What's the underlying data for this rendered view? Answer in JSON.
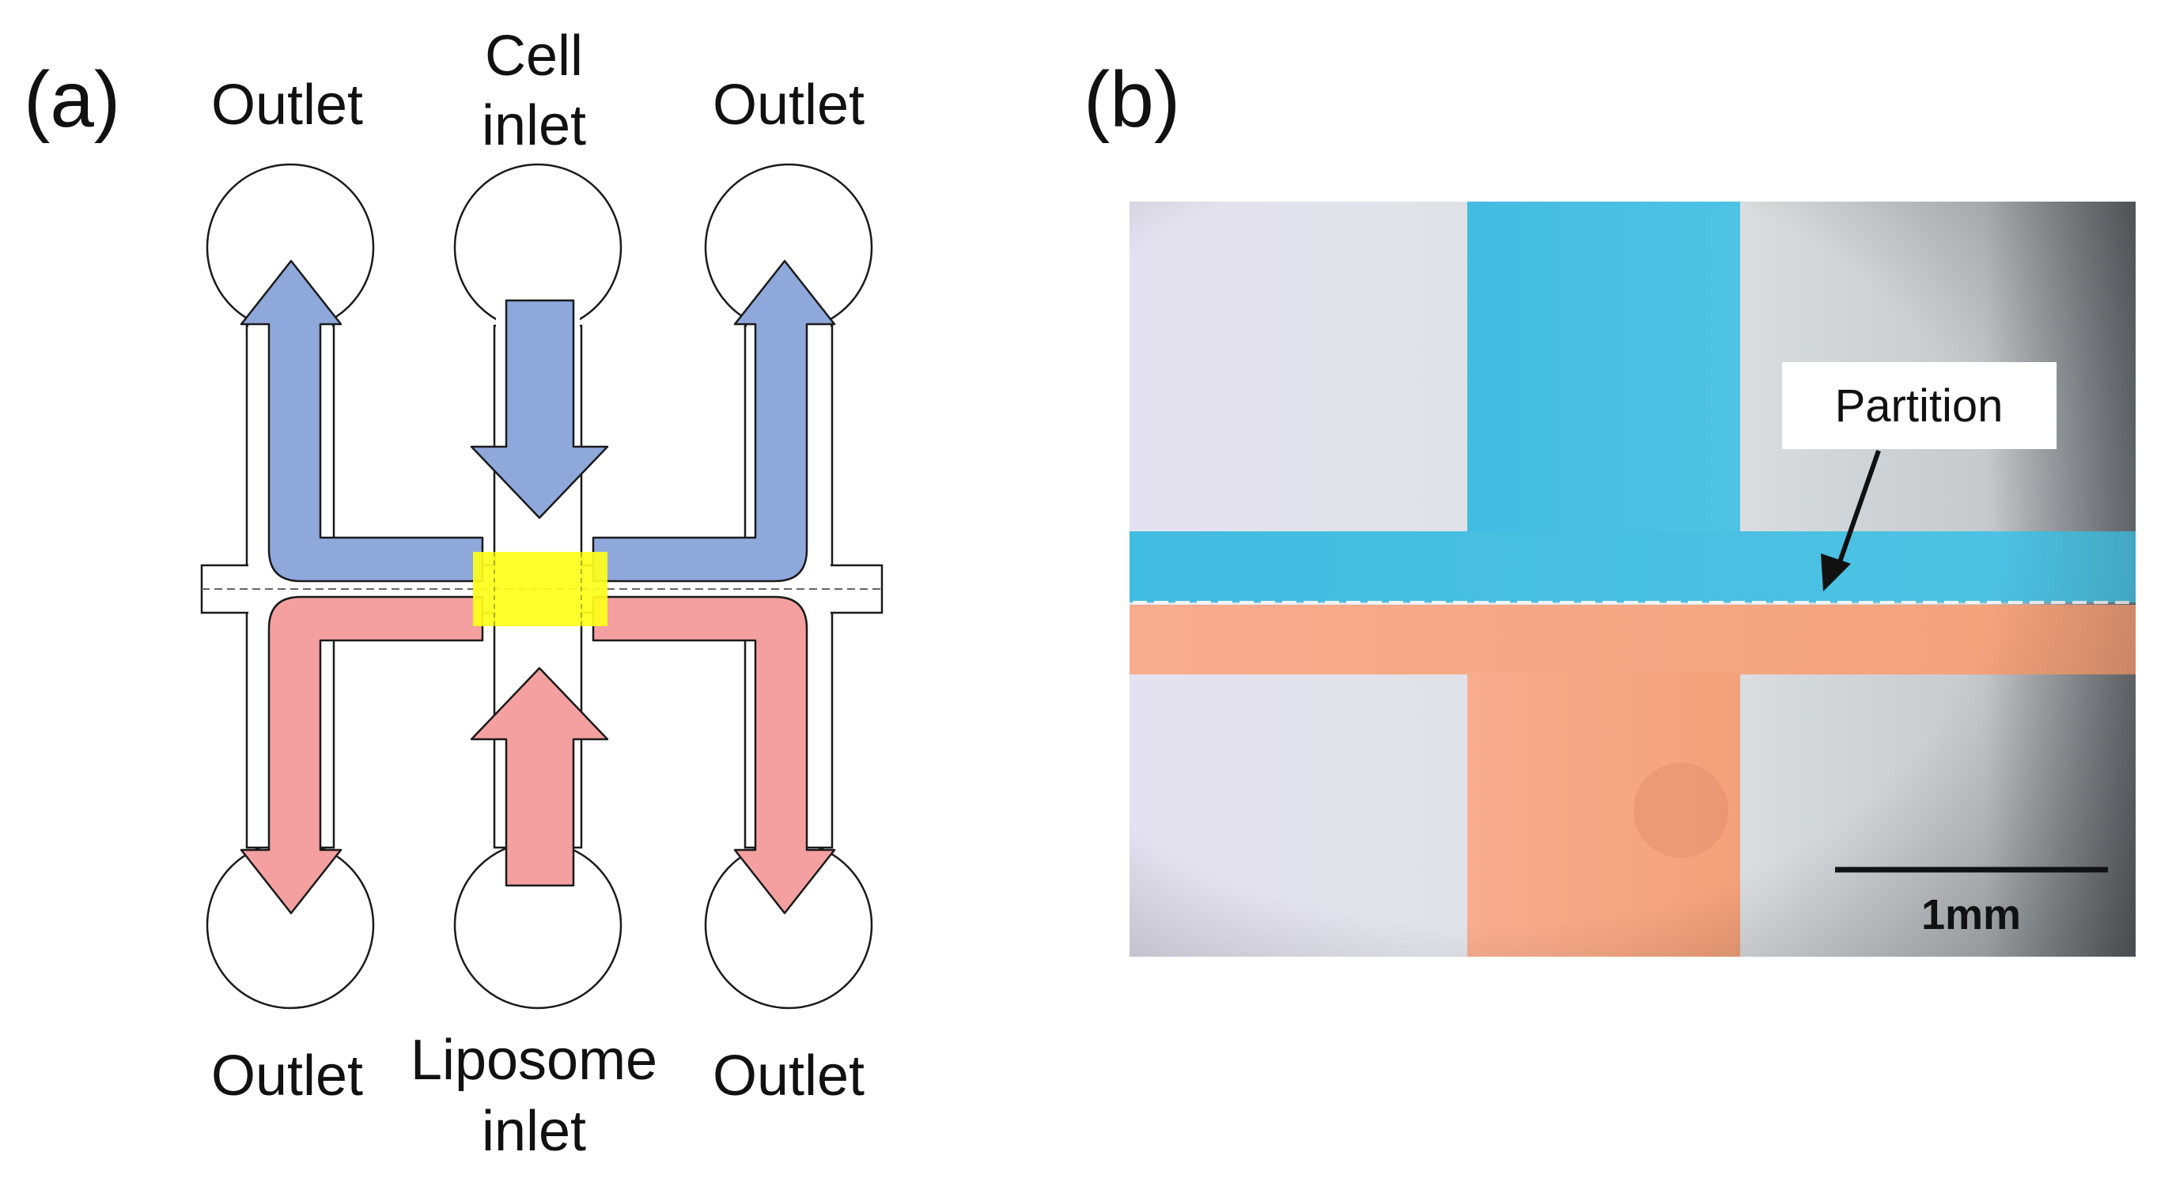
{
  "panel_a": {
    "panel_label": "(a)",
    "labels": {
      "outlet_top_left": "Outlet",
      "cell_inlet_line1": "Cell",
      "cell_inlet_line2": "inlet",
      "outlet_top_right": "Outlet",
      "outlet_bottom_left": "Outlet",
      "liposome_inlet_line1": "Liposome",
      "liposome_inlet_line2": "inlet",
      "outlet_bottom_right": "Outlet"
    },
    "colors": {
      "cell_flow": "#8fa8dc",
      "liposome_flow": "#f4a0a0",
      "contact_zone": "#ffff1a"
    }
  },
  "panel_b": {
    "panel_label": "(b)",
    "callout": "Partition",
    "scale_bar": "1mm",
    "colors": {
      "blue_dye": "#45c0e6",
      "orange_dye": "#f5a782"
    }
  }
}
